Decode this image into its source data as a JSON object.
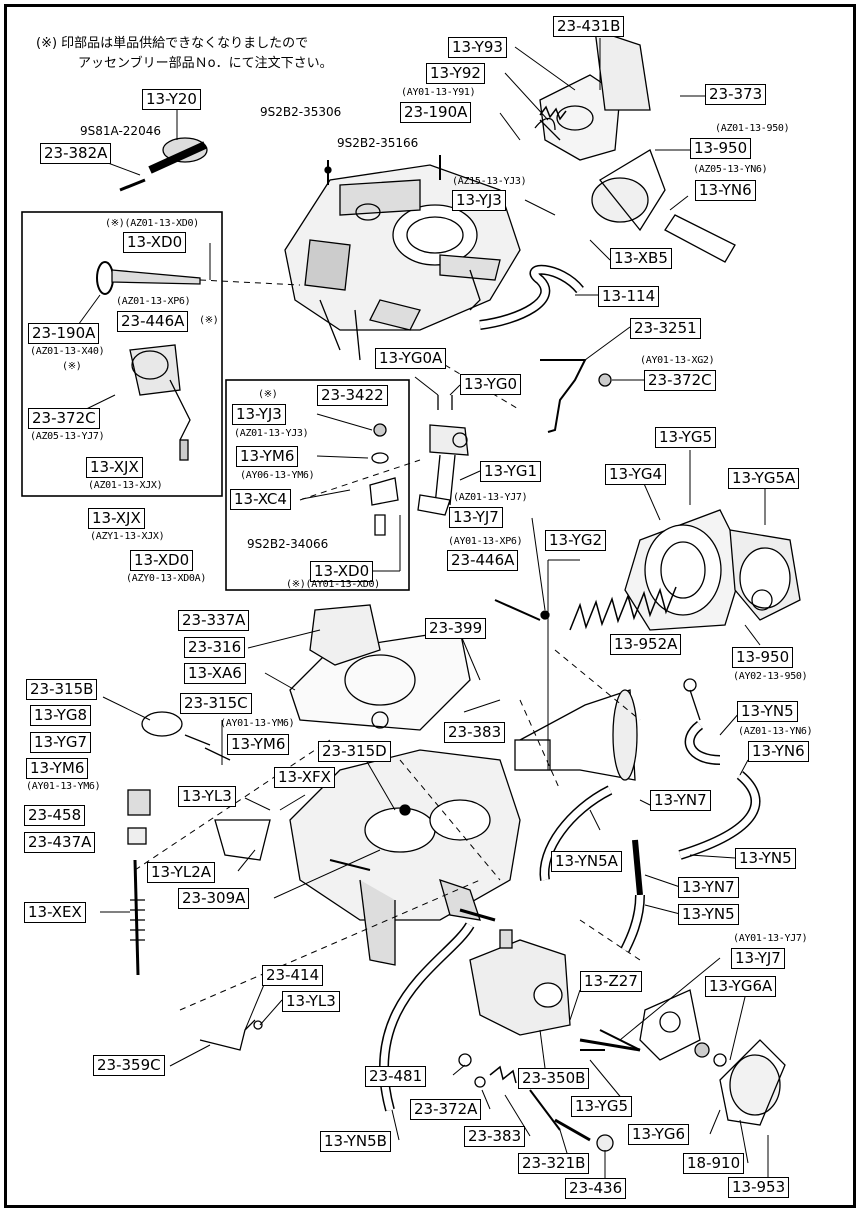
{
  "note": {
    "line1": "(※) 印部品は単品供給できなくなりましたので",
    "line2": "アッセンブリー部品Ｎo．にて注文下さい。"
  },
  "boxes": {
    "b23_431B": "23-431B",
    "b13_Y93": "13-Y93",
    "b13_Y92": "13-Y92",
    "b23_373": "23-373",
    "b13_Y20": "13-Y20",
    "b23_190A_top": "23-190A",
    "b13_950_top": "13-950",
    "b23_382A": "23-382A",
    "b13_YN6_top": "13-YN6",
    "b13_YJ3_top": "13-YJ3",
    "b13_XD0_top": "13-XD0",
    "b13_XB5": "13-XB5",
    "b13_114": "13-114",
    "b23_190A_left": "23-190A",
    "b23_446A_left": "23-446A",
    "b23_3251": "23-3251",
    "b13_YG0A": "13-YG0A",
    "b23_372C_right": "23-372C",
    "b13_YG0": "13-YG0",
    "b23_3422": "23-3422",
    "b13_YJ3_inner": "13-YJ3",
    "b23_372C_left": "23-372C",
    "b13_YG5": "13-YG5",
    "b13_YM6_inner": "13-YM6",
    "b13_YG1": "13-YG1",
    "b13_XJX_inner": "13-XJX",
    "b13_YG4": "13-YG4",
    "b13_YG5A": "13-YG5A",
    "b13_XC4": "13-XC4",
    "b13_YJ7_mid": "13-YJ7",
    "b13_XJX_outer": "13-XJX",
    "b13_YG2": "13-YG2",
    "b13_XD0_mid": "13-XD0",
    "b23_446A_mid": "23-446A",
    "b13_XD0_inner": "13-XD0",
    "b23_337A": "23-337A",
    "b23_399": "23-399",
    "b23_316": "23-316",
    "b13_952A": "13-952A",
    "b13_XA6": "13-XA6",
    "b13_950_mid": "13-950",
    "b23_315B": "23-315B",
    "b23_315C": "23-315C",
    "b13_YG8": "13-YG8",
    "b13_YN5_a": "13-YN5",
    "b23_383_mid": "23-383",
    "b13_YG7": "13-YG7",
    "b13_YM6_mid": "13-YM6",
    "b13_YN6_mid": "13-YN6",
    "b23_315D": "23-315D",
    "b13_YM6_left": "13-YM6",
    "b13_XFX": "13-XFX",
    "b13_YN7_a": "13-YN7",
    "b23_458": "23-458",
    "b13_YL3_a": "13-YL3",
    "b23_437A": "23-437A",
    "b13_YN5A": "13-YN5A",
    "b13_YN5_b": "13-YN5",
    "b13_YL2A": "13-YL2A",
    "b13_YN7_b": "13-YN7",
    "b23_309A": "23-309A",
    "b13_XEX": "13-XEX",
    "b13_YN5_c": "13-YN5",
    "b13_YJ7_bot": "13-YJ7",
    "b23_414": "23-414",
    "b13_Z27": "13-Z27",
    "b13_YG6A": "13-YG6A",
    "b13_YL3_b": "13-YL3",
    "b23_359C": "23-359C",
    "b23_481": "23-481",
    "b23_350B": "23-350B",
    "b23_372A": "23-372A",
    "b13_YG5_bot": "13-YG5",
    "b23_383_bot": "23-383",
    "b13_YG6": "13-YG6",
    "b13_YN5B": "13-YN5B",
    "b23_321B": "23-321B",
    "b18_910": "18-910",
    "b23_436": "23-436",
    "b13_953": "13-953"
  },
  "subs": {
    "s_AY01_13_Y91": "(AY01-13-Y91)",
    "s_AZ01_13_950": "(AZ01-13-950)",
    "s_AZ05_13_YN6": "(AZ05-13-YN6)",
    "s_AZ15_13_YJ3": "(AZ15-13-YJ3)",
    "s_AZ01_13_XD0": "(※)(AZ01-13-XD0)",
    "s_AZ01_13_XP6": "(AZ01-13-XP6)",
    "s_asterisk_446A": "(※)",
    "s_AZ01_13_X40": "(AZ01-13-X40)",
    "s_asterisk_X40": "(※)",
    "s_AY01_13_XG2": "(AY01-13-XG2)",
    "s_asterisk_YJ3": "(※)",
    "s_AZ01_13_YJ3": "(AZ01-13-YJ3)",
    "s_AZ05_13_YJ7": "(AZ05-13-YJ7)",
    "s_AY06_13_YM6": "(AY06-13-YM6)",
    "s_AZ01_13_XJX": "(AZ01-13-XJX)",
    "s_AZ01_13_YJ7": "(AZ01-13-YJ7)",
    "s_AZY1_13_XJX": "(AZY1-13-XJX)",
    "s_AY01_13_XP6": "(AY01-13-XP6)",
    "s_AZY0_13_XD0A": "(AZY0-13-XD0A)",
    "s_AY01_13_XD0": "(※)(AY01-13-XD0)",
    "s_AY02_13_950": "(AY02-13-950)",
    "s_AY01_13_YM6_mid": "(AY01-13-YM6)",
    "s_AZ01_13_YN6": "(AZ01-13-YN6)",
    "s_AY01_13_YM6_left": "(AY01-13-YM6)",
    "s_AY01_13_YJ7": "(AY01-13-YJ7)"
  },
  "plain": {
    "p_9S2B2_35306": "9S2B2-35306",
    "p_9S81A_22046": "9S81A-22046",
    "p_9S2B2_35166": "9S2B2-35166",
    "p_9S2B2_34066": "9S2B2-34066"
  }
}
